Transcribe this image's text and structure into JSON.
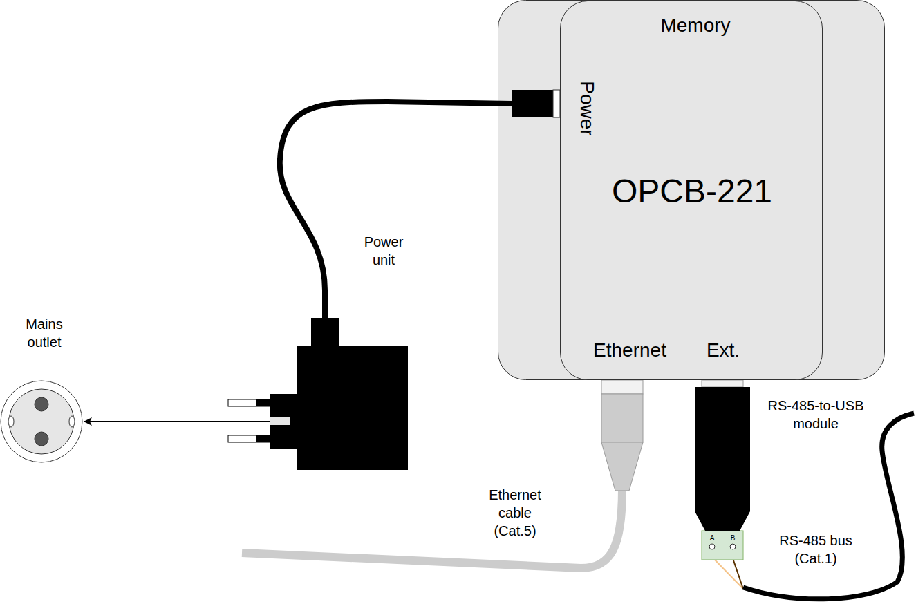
{
  "diagram": {
    "nodes": [
      {
        "text": [
          "Memory",
          "Power",
          "OPCB-221",
          "Ethernet",
          "Ext."
        ]
      },
      {
        "text": [
          "Power unit"
        ]
      },
      {
        "text": [
          "Mains outlet"
        ]
      },
      {
        "text": [
          "RS-485-to-USB module"
        ]
      }
    ],
    "edges": [
      {
        "from": 1,
        "to": 0,
        "arrow": "none"
      },
      {
        "from": 1,
        "to": 2,
        "arrow": "to"
      }
    ],
    "labels": [
      "Ethernet cable (Cat.5)",
      "A",
      "B",
      "RS-485 bus (Cat.1)"
    ]
  }
}
